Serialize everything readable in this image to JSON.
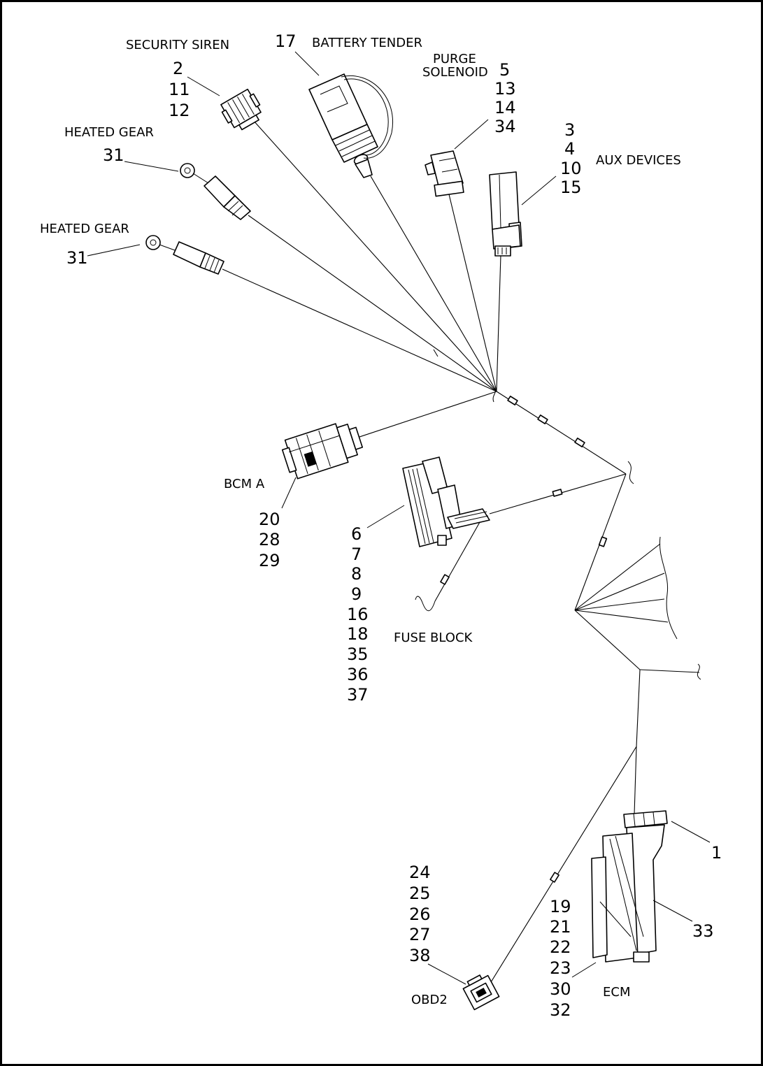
{
  "labels": {
    "security_siren": "SECURITY SIREN",
    "battery_tender": "BATTERY TENDER",
    "purge_line1": "PURGE",
    "purge_line2": "SOLENOID",
    "heated_gear_1": "HEATED GEAR",
    "heated_gear_2": "HEATED GEAR",
    "aux_devices": "AUX DEVICES",
    "bcm_a": "BCM A",
    "fuse_block": "FUSE BLOCK",
    "obd2": "OBD2",
    "ecm": "ECM"
  },
  "callouts": {
    "battery_tender": [
      "17"
    ],
    "security_siren": [
      "2",
      "11",
      "12"
    ],
    "heated_gear_1": [
      "31"
    ],
    "heated_gear_2": [
      "31"
    ],
    "purge_solenoid": [
      "5",
      "13",
      "14",
      "34"
    ],
    "aux_devices": [
      "3",
      "4",
      "10",
      "15"
    ],
    "bcm_a": [
      "20",
      "28",
      "29"
    ],
    "fuse_block": [
      "6",
      "7",
      "8",
      "9",
      "16",
      "18",
      "35",
      "36",
      "37"
    ],
    "obd2": [
      "24",
      "25",
      "26",
      "27",
      "38"
    ],
    "ecm": [
      "19",
      "21",
      "22",
      "23",
      "30",
      "32"
    ],
    "ecm_connector": [
      "1"
    ],
    "ecm_body": [
      "33"
    ]
  }
}
